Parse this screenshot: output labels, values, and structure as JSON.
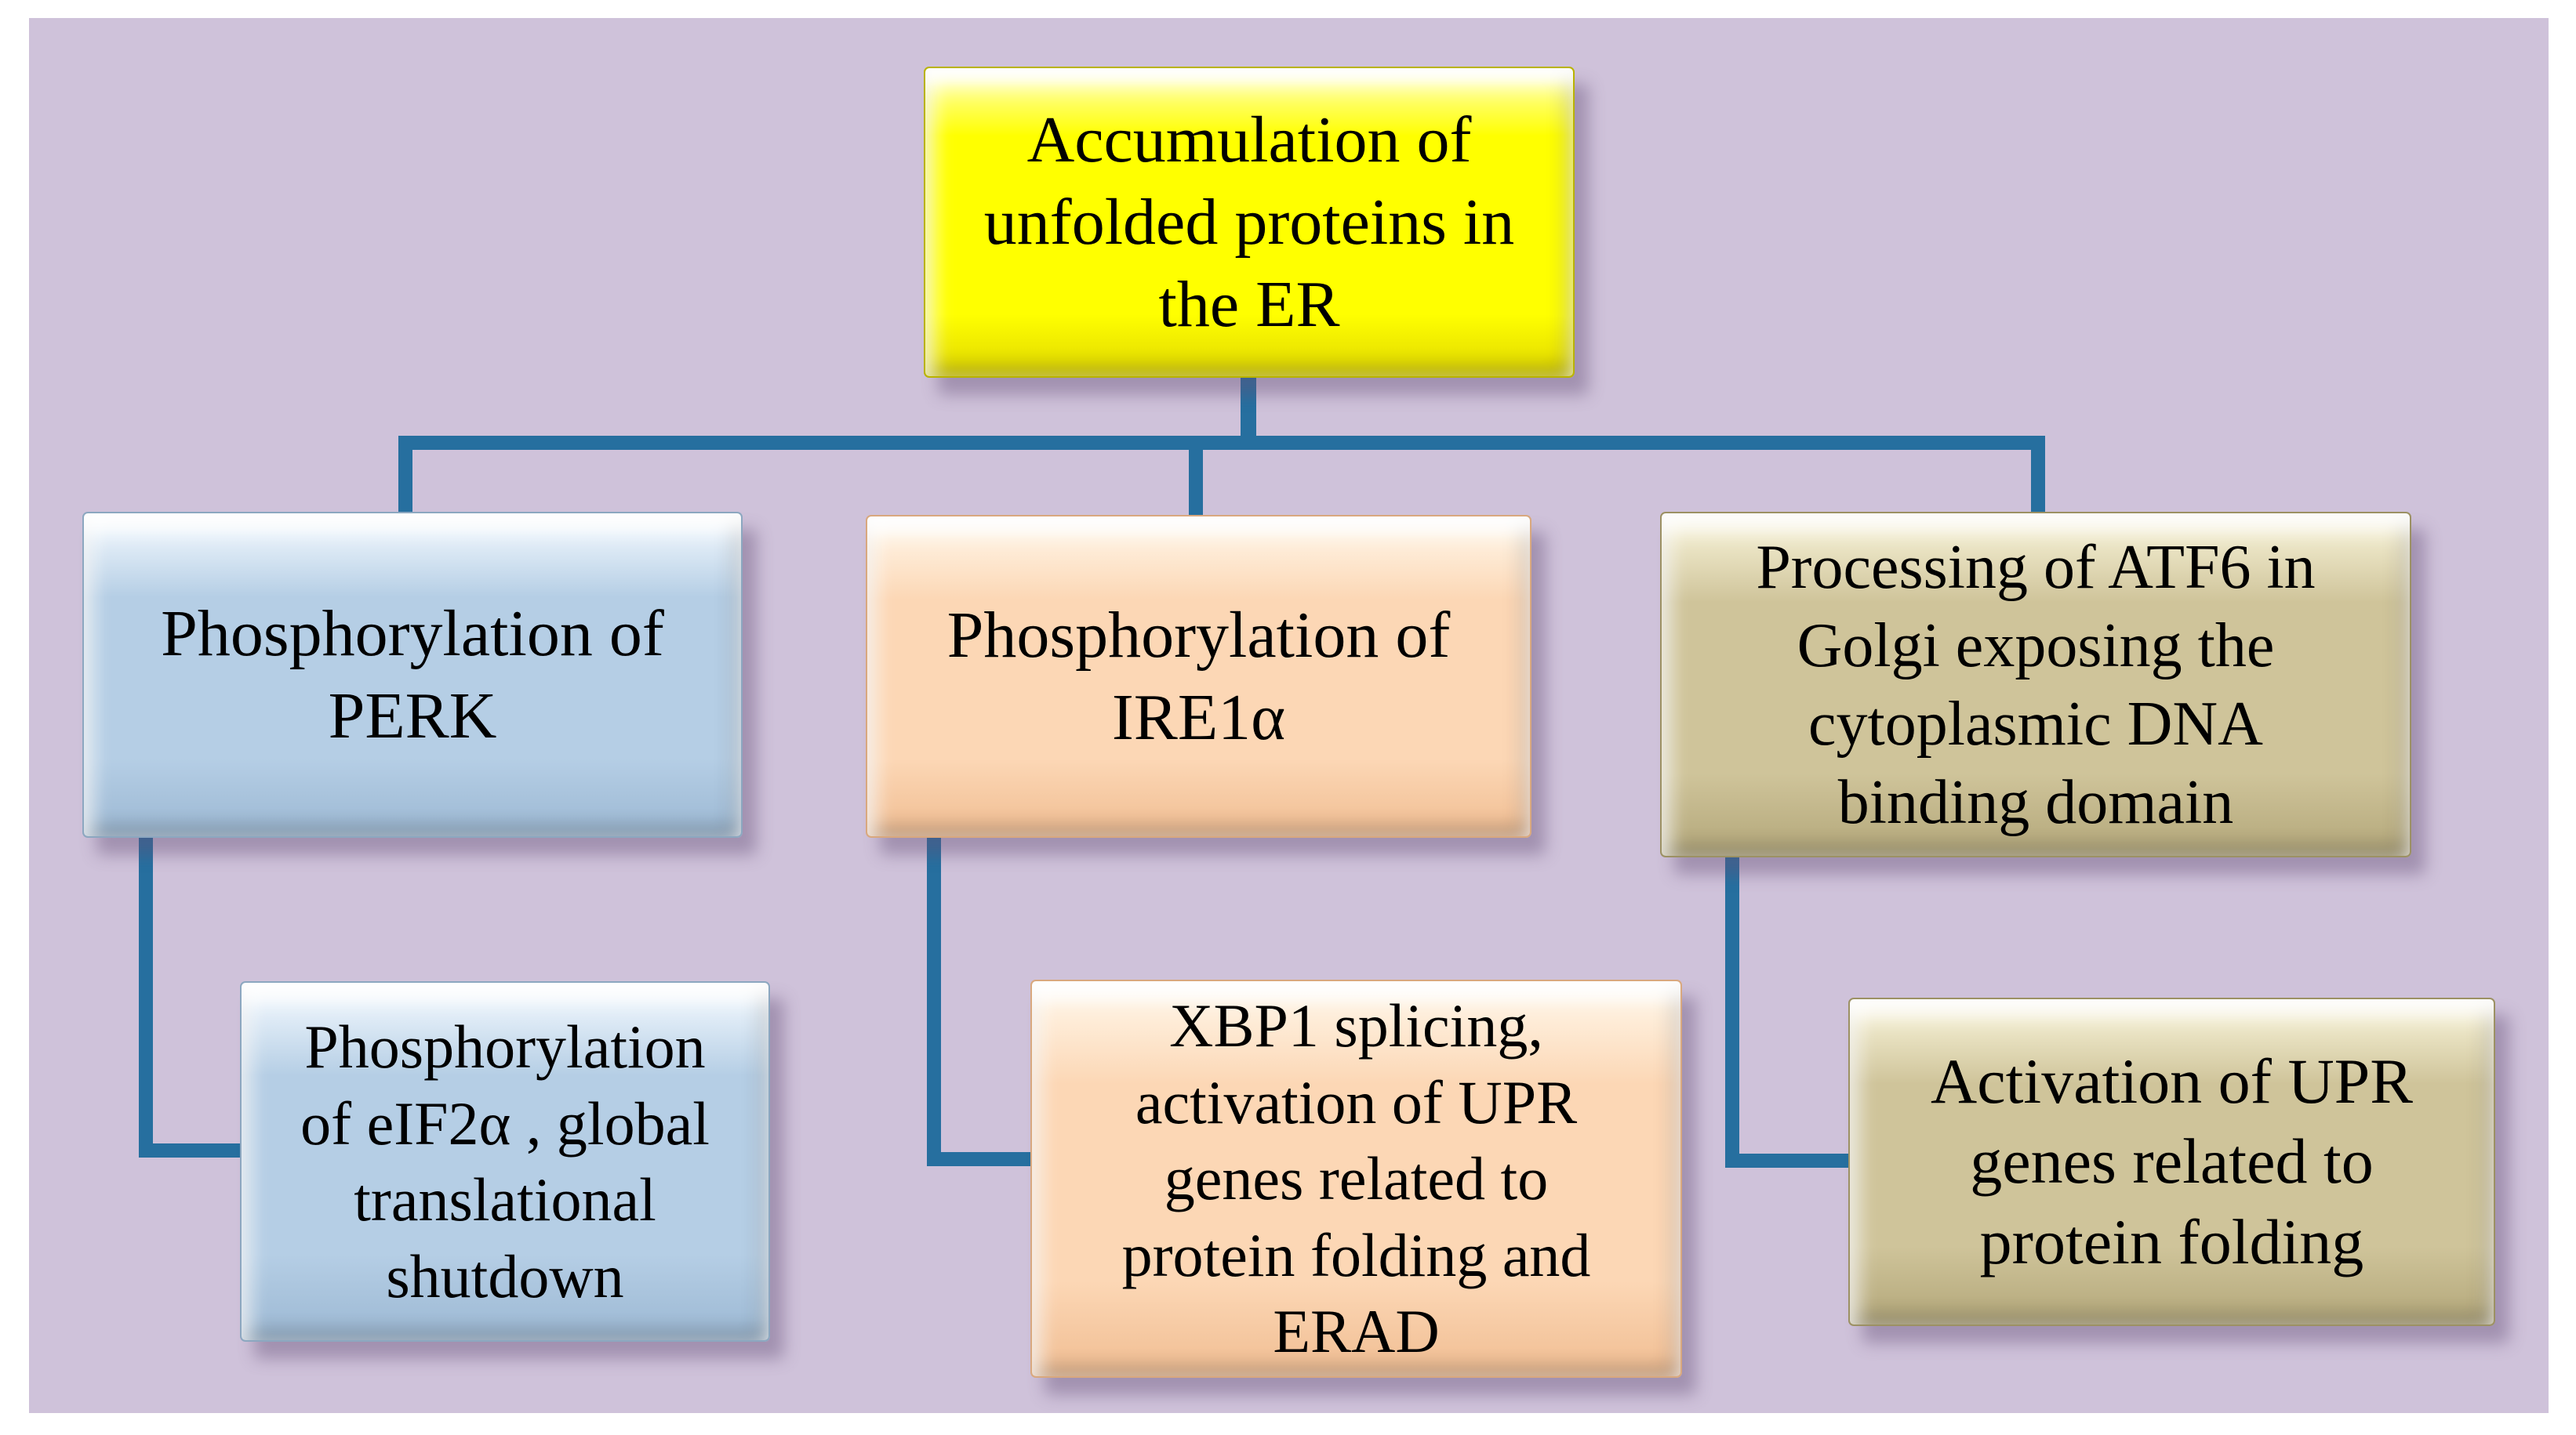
{
  "diagram": {
    "title": "Unfolded protein response pathway flowchart",
    "colors": {
      "page-background": "#ffffff",
      "panel-background": "#cfc2da",
      "connector": "#266f9f",
      "text": "#000000",
      "yellow": {
        "base": "#ffff00",
        "light": "#ffff8c",
        "dark": "#e0d700",
        "border": "#b9b300"
      },
      "blue": {
        "base": "#b5cee5",
        "light": "#e6f0f9",
        "dark": "#9cb8d3",
        "border": "#8ca7c0"
      },
      "peach": {
        "base": "#fcd7b5",
        "light": "#fef0de",
        "dark": "#f0bd92",
        "border": "#d9a87e"
      },
      "tan": {
        "base": "#cfc49a",
        "light": "#efe9cb",
        "dark": "#b3a77a",
        "border": "#9c9164"
      }
    },
    "nodes": {
      "root": {
        "label": "Accumulation of\nunfolded proteins in\nthe ER",
        "fill": "#ffff00"
      },
      "perk": {
        "label": "Phosphorylation of\nPERK",
        "fill": "#b5cee5"
      },
      "ire1": {
        "label": "Phosphorylation of\nIRE1α",
        "fill": "#fcd7b5"
      },
      "atf6": {
        "label": "Processing of ATF6 in\nGolgi exposing the\ncytoplasmic DNA\nbinding domain",
        "fill": "#cfc49a"
      },
      "perk_child": {
        "label": "Phosphorylation\nof eIF2α , global\ntranslational\nshutdown",
        "fill": "#b5cee5"
      },
      "ire1_child": {
        "label": "XBP1 splicing,\nactivation of UPR\ngenes related to\nprotein folding and\nERAD",
        "fill": "#fcd7b5"
      },
      "atf6_child": {
        "label": "Activation of UPR\ngenes related to\nprotein folding",
        "fill": "#cfc49a"
      }
    },
    "edges": [
      {
        "from": "root",
        "to": "perk"
      },
      {
        "from": "root",
        "to": "ire1"
      },
      {
        "from": "root",
        "to": "atf6"
      },
      {
        "from": "perk",
        "to": "perk_child"
      },
      {
        "from": "ire1",
        "to": "ire1_child"
      },
      {
        "from": "atf6",
        "to": "atf6_child"
      }
    ]
  }
}
